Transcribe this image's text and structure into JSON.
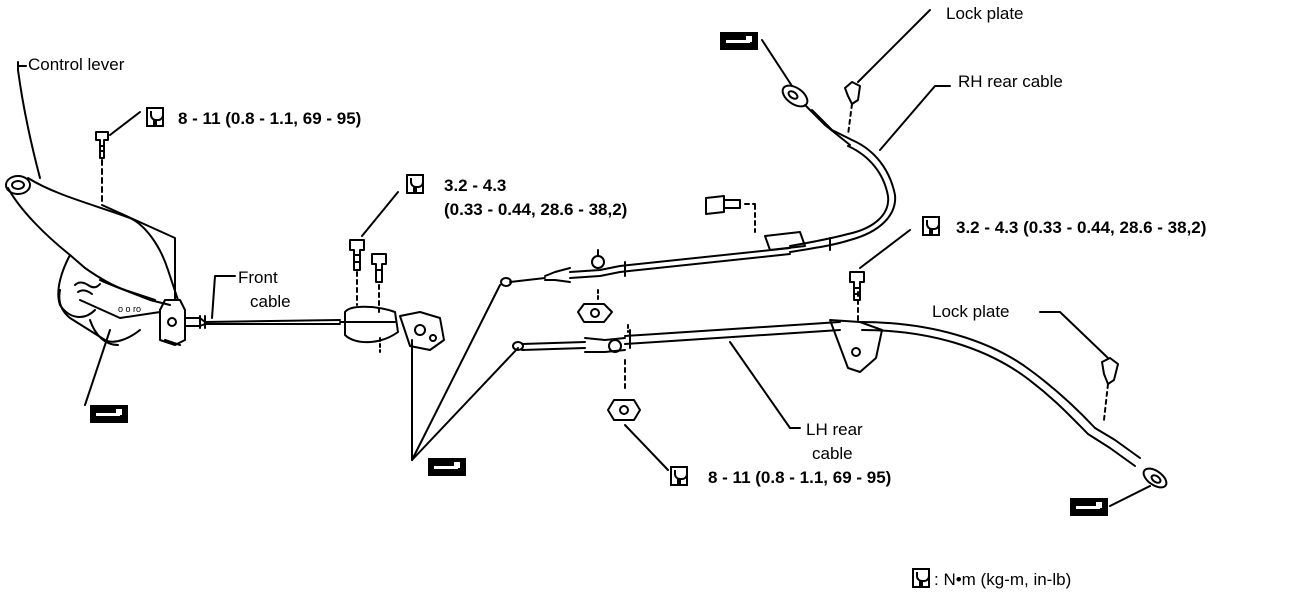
{
  "labels": {
    "control_lever": "Control lever",
    "front_cable_1": "Front",
    "front_cable_2": "cable",
    "rh_rear_cable": "RH rear cable",
    "lh_rear_cable_1": "LH rear",
    "lh_rear_cable_2": "cable",
    "lock_plate_top": "Lock plate",
    "lock_plate_right": "Lock plate"
  },
  "torque_specs": {
    "lever_bolt": "8 - 11 (0.8 - 1.1, 69 - 95)",
    "front_bolt_line1": "3.2 - 4.3",
    "front_bolt_line2": "(0.33 - 0.44, 28.6 - 38,2)",
    "bracket_bolt": "3.2 - 4.3 (0.33 - 0.44, 28.6 - 38,2)",
    "lh_nut": "8 - 11 (0.8 - 1.1, 69 - 95)"
  },
  "legend": {
    "text": ": N•m (kg-m, in-lb)"
  },
  "icons": {
    "torque": "torque-wrench-icon",
    "grease": "grease-icon"
  }
}
